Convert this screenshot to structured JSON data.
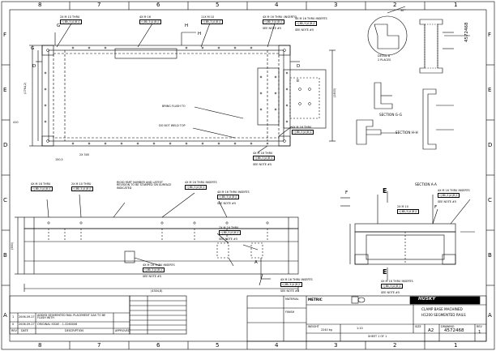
{
  "zones_top": [
    "8",
    "7",
    "6",
    "5",
    "4",
    "3",
    "2",
    "1"
  ],
  "zones_bottom": [
    "8",
    "7",
    "6",
    "5",
    "4",
    "3",
    "2",
    "1"
  ],
  "zones_side": [
    "F",
    "E",
    "D",
    "C",
    "B",
    "A"
  ],
  "drawing_number_vertical": "4572468",
  "top_view": {
    "callouts": [
      "2X M 10 THRU",
      "4X M 16",
      "11X M 10",
      "4X M 16 THRU (INSERTS)",
      "SEE NOTE #5",
      "4X M 16 THRU INSERTS",
      "SEE NOTE #5",
      "BRING FLUSH TO",
      "DO NOT WELD TOP",
      "2X 300",
      "4X M 16 THRU",
      "SEE NOTE #5",
      "4X M 16 THRU"
    ],
    "section_marks": [
      "G",
      "G",
      "H",
      "H",
      "D",
      "D",
      "B"
    ],
    "dims": [
      "(1764,2)",
      "(1800)",
      "410",
      "150,5"
    ]
  },
  "section_views": {
    "g_label": "SECTION G-G",
    "h_label": "SECTION H-H",
    "detail_label": "DETAIL B",
    "detail_scale": "2 PLACES",
    "angle": "30°"
  },
  "front_view": {
    "callouts": [
      "4X M 16 THRU",
      "2X M 10 THRU",
      "RIGID PART NUMBER AND LATEST REVISION TO BE STAMPED ON SURFACE INDICATED",
      "4X M 16 THRU INSERTS",
      "4X M 16 THRU INSERTS",
      "SEE NOTE #5",
      "2X M 16 THRU",
      "SEE NOTE #5",
      "4X M 16 THRU INSERTS",
      "SEE NOTE #5",
      "4X M 16 THRU INSERTS",
      "SEE NOTE #5"
    ],
    "dims": [
      "(4304,8)",
      "(560)"
    ],
    "section_marks": [
      "A",
      "E"
    ]
  },
  "section_a": {
    "label": "SECTION A-A",
    "callouts": [
      "4X M 16 THRU INSERTS",
      "2X M 10",
      "SEE NOTE #5",
      "4X M 16 THRU INSERTS",
      "SEE NOTE #5"
    ],
    "section_marks": [
      "E",
      "E",
      "F",
      "F"
    ]
  },
  "revisions": [
    {
      "rev": "1",
      "date": "2006-09-27",
      "description": "ADDED SEGMENTED RAIL PLACEMENT GAS TO BE FLUSH WITH"
    },
    {
      "rev": "0",
      "date": "2006-09-27",
      "description": "ORIGINAL ISSUE - 1-3260006"
    }
  ],
  "revision_headers": [
    "REV",
    "DATE",
    "DESCRIPTION",
    "APPROVED"
  ],
  "title_block": {
    "company_logo": "HUSKY",
    "metric_label": "METRIC",
    "title_line1": "CLAMP BASE MACHINED",
    "title_line2": "H1200 SEGMENTED RAILS",
    "weight_label": "WEIGHT",
    "weight": "2240 kg",
    "size_label": "SIZE",
    "size": "A2",
    "dwg_label": "DRAWING",
    "dwg_no": "4572468",
    "rev_label": "REV",
    "rev": "1",
    "scale": "1:10",
    "sheet": "SHEET 1 OF 1",
    "material_label": "MATERIAL",
    "finish_label": "FINISH"
  },
  "colors": {
    "ink": "#000000",
    "paper": "#ffffff"
  }
}
